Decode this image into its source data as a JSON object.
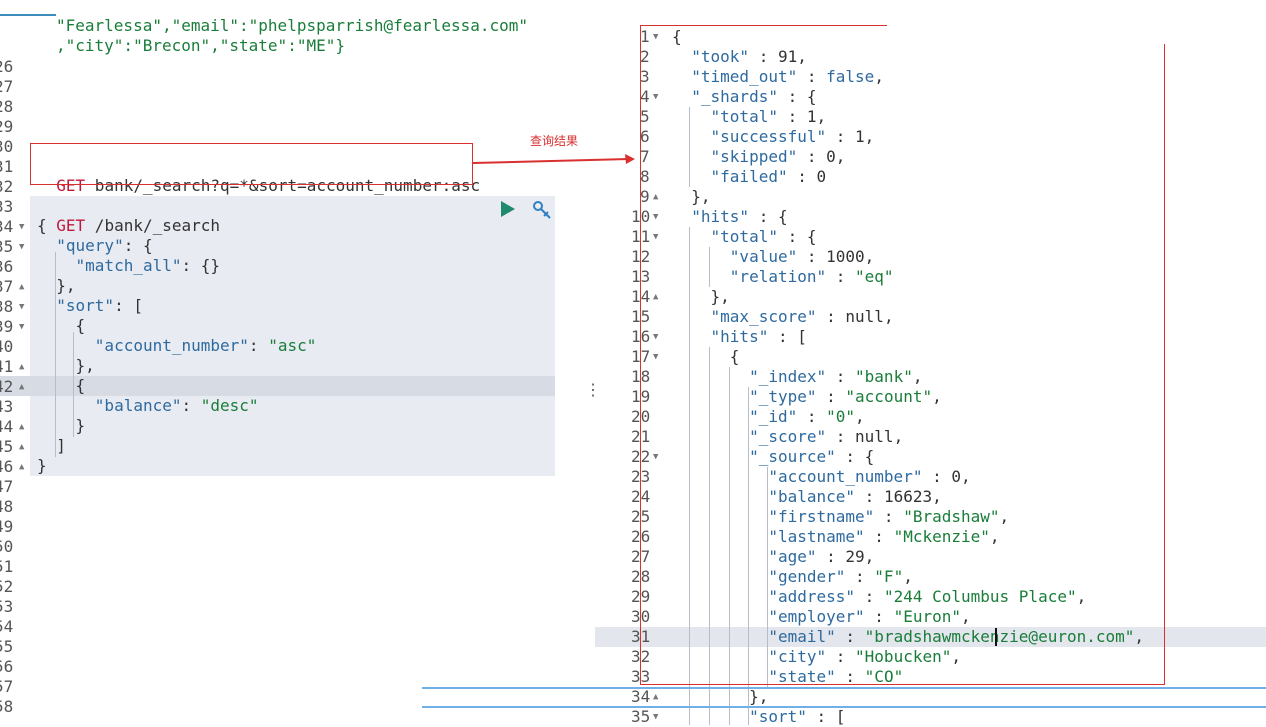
{
  "left_line_numbers": [
    "26",
    "27",
    "28",
    "29",
    "30",
    "31",
    "32",
    "33",
    "34",
    "35",
    "36",
    "37",
    "38",
    "39",
    "40",
    "41",
    "42",
    "43",
    "44",
    "45",
    "46",
    "47",
    "48",
    "49",
    "50",
    "51",
    "52",
    "53",
    "54",
    "55",
    "56",
    "57",
    "58"
  ],
  "left_top_text": {
    "line1": "\"Fearlessa\",\"email\":\"phelpsparrish@fearlessa.com\"",
    "line2": ",\"city\":\"Brecon\",\"state\":\"ME\"}"
  },
  "annotation_request": {
    "method": "GET",
    "path": " bank/_search?q=*&sort=account_number:asc"
  },
  "annotation_label": "查询结果",
  "request": {
    "method": "GET",
    "path": " /bank/_search",
    "lines": [
      {
        "segments": [
          {
            "t": "{",
            "c": "b"
          }
        ]
      },
      {
        "segments": [
          {
            "t": "  \"query\"",
            "c": "k"
          },
          {
            "t": ": {",
            "c": "b"
          }
        ]
      },
      {
        "segments": [
          {
            "t": "    \"match_all\"",
            "c": "k"
          },
          {
            "t": ": {}",
            "c": "b"
          }
        ]
      },
      {
        "segments": [
          {
            "t": "  },",
            "c": "b"
          }
        ]
      },
      {
        "segments": [
          {
            "t": "  \"sort\"",
            "c": "k"
          },
          {
            "t": ": [",
            "c": "b"
          }
        ]
      },
      {
        "segments": [
          {
            "t": "    {",
            "c": "b"
          }
        ]
      },
      {
        "segments": [
          {
            "t": "      \"account_number\"",
            "c": "k"
          },
          {
            "t": ": ",
            "c": "b"
          },
          {
            "t": "\"asc\"",
            "c": "s"
          }
        ]
      },
      {
        "segments": [
          {
            "t": "    },",
            "c": "b"
          }
        ]
      },
      {
        "segments": [
          {
            "t": "    {",
            "c": "b"
          }
        ]
      },
      {
        "segments": [
          {
            "t": "      \"balance\"",
            "c": "k"
          },
          {
            "t": ": ",
            "c": "b"
          },
          {
            "t": "\"desc\"",
            "c": "s"
          }
        ]
      },
      {
        "segments": [
          {
            "t": "    }",
            "c": "b"
          }
        ]
      },
      {
        "segments": [
          {
            "t": "  ]",
            "c": "b"
          }
        ]
      },
      {
        "segments": [
          {
            "t": "}",
            "c": "b"
          }
        ]
      }
    ]
  },
  "right_line_numbers": [
    "1",
    "2",
    "3",
    "4",
    "5",
    "6",
    "7",
    "8",
    "9",
    "10",
    "11",
    "12",
    "13",
    "14",
    "15",
    "16",
    "17",
    "18",
    "19",
    "20",
    "21",
    "22",
    "23",
    "24",
    "25",
    "26",
    "27",
    "28",
    "29",
    "30",
    "31",
    "32",
    "33",
    "34",
    "35"
  ],
  "response_lines": [
    [
      {
        "t": "{",
        "c": "b"
      }
    ],
    [
      {
        "t": "  \"took\"",
        "c": "k"
      },
      {
        "t": " : ",
        "c": "b"
      },
      {
        "t": "91",
        "c": "n"
      },
      {
        "t": ",",
        "c": "b"
      }
    ],
    [
      {
        "t": "  \"timed_out\"",
        "c": "k"
      },
      {
        "t": " : ",
        "c": "b"
      },
      {
        "t": "false",
        "c": "k"
      },
      {
        "t": ",",
        "c": "b"
      }
    ],
    [
      {
        "t": "  \"_shards\"",
        "c": "k"
      },
      {
        "t": " : {",
        "c": "b"
      }
    ],
    [
      {
        "t": "    \"total\"",
        "c": "k"
      },
      {
        "t": " : ",
        "c": "b"
      },
      {
        "t": "1",
        "c": "n"
      },
      {
        "t": ",",
        "c": "b"
      }
    ],
    [
      {
        "t": "    \"successful\"",
        "c": "k"
      },
      {
        "t": " : ",
        "c": "b"
      },
      {
        "t": "1",
        "c": "n"
      },
      {
        "t": ",",
        "c": "b"
      }
    ],
    [
      {
        "t": "    \"skipped\"",
        "c": "k"
      },
      {
        "t": " : ",
        "c": "b"
      },
      {
        "t": "0",
        "c": "n"
      },
      {
        "t": ",",
        "c": "b"
      }
    ],
    [
      {
        "t": "    \"failed\"",
        "c": "k"
      },
      {
        "t": " : ",
        "c": "b"
      },
      {
        "t": "0",
        "c": "n"
      }
    ],
    [
      {
        "t": "  },",
        "c": "b"
      }
    ],
    [
      {
        "t": "  \"hits\"",
        "c": "k"
      },
      {
        "t": " : {",
        "c": "b"
      }
    ],
    [
      {
        "t": "    \"total\"",
        "c": "k"
      },
      {
        "t": " : {",
        "c": "b"
      }
    ],
    [
      {
        "t": "      \"value\"",
        "c": "k"
      },
      {
        "t": " : ",
        "c": "b"
      },
      {
        "t": "1000",
        "c": "n"
      },
      {
        "t": ",",
        "c": "b"
      }
    ],
    [
      {
        "t": "      \"relation\"",
        "c": "k"
      },
      {
        "t": " : ",
        "c": "b"
      },
      {
        "t": "\"eq\"",
        "c": "s"
      }
    ],
    [
      {
        "t": "    },",
        "c": "b"
      }
    ],
    [
      {
        "t": "    \"max_score\"",
        "c": "k"
      },
      {
        "t": " : ",
        "c": "b"
      },
      {
        "t": "null",
        "c": "n"
      },
      {
        "t": ",",
        "c": "b"
      }
    ],
    [
      {
        "t": "    \"hits\"",
        "c": "k"
      },
      {
        "t": " : [",
        "c": "b"
      }
    ],
    [
      {
        "t": "      {",
        "c": "b"
      }
    ],
    [
      {
        "t": "        \"_index\"",
        "c": "k"
      },
      {
        "t": " : ",
        "c": "b"
      },
      {
        "t": "\"bank\"",
        "c": "s"
      },
      {
        "t": ",",
        "c": "b"
      }
    ],
    [
      {
        "t": "        \"_type\"",
        "c": "k"
      },
      {
        "t": " : ",
        "c": "b"
      },
      {
        "t": "\"account\"",
        "c": "s"
      },
      {
        "t": ",",
        "c": "b"
      }
    ],
    [
      {
        "t": "        \"_id\"",
        "c": "k"
      },
      {
        "t": " : ",
        "c": "b"
      },
      {
        "t": "\"0\"",
        "c": "s"
      },
      {
        "t": ",",
        "c": "b"
      }
    ],
    [
      {
        "t": "        \"_score\"",
        "c": "k"
      },
      {
        "t": " : ",
        "c": "b"
      },
      {
        "t": "null",
        "c": "n"
      },
      {
        "t": ",",
        "c": "b"
      }
    ],
    [
      {
        "t": "        \"_source\"",
        "c": "k"
      },
      {
        "t": " : {",
        "c": "b"
      }
    ],
    [
      {
        "t": "          \"account_number\"",
        "c": "k"
      },
      {
        "t": " : ",
        "c": "b"
      },
      {
        "t": "0",
        "c": "n"
      },
      {
        "t": ",",
        "c": "b"
      }
    ],
    [
      {
        "t": "          \"balance\"",
        "c": "k"
      },
      {
        "t": " : ",
        "c": "b"
      },
      {
        "t": "16623",
        "c": "n"
      },
      {
        "t": ",",
        "c": "b"
      }
    ],
    [
      {
        "t": "          \"firstname\"",
        "c": "k"
      },
      {
        "t": " : ",
        "c": "b"
      },
      {
        "t": "\"Bradshaw\"",
        "c": "s"
      },
      {
        "t": ",",
        "c": "b"
      }
    ],
    [
      {
        "t": "          \"lastname\"",
        "c": "k"
      },
      {
        "t": " : ",
        "c": "b"
      },
      {
        "t": "\"Mckenzie\"",
        "c": "s"
      },
      {
        "t": ",",
        "c": "b"
      }
    ],
    [
      {
        "t": "          \"age\"",
        "c": "k"
      },
      {
        "t": " : ",
        "c": "b"
      },
      {
        "t": "29",
        "c": "n"
      },
      {
        "t": ",",
        "c": "b"
      }
    ],
    [
      {
        "t": "          \"gender\"",
        "c": "k"
      },
      {
        "t": " : ",
        "c": "b"
      },
      {
        "t": "\"F\"",
        "c": "s"
      },
      {
        "t": ",",
        "c": "b"
      }
    ],
    [
      {
        "t": "          \"address\"",
        "c": "k"
      },
      {
        "t": " : ",
        "c": "b"
      },
      {
        "t": "\"244 Columbus Place\"",
        "c": "s"
      },
      {
        "t": ",",
        "c": "b"
      }
    ],
    [
      {
        "t": "          \"employer\"",
        "c": "k"
      },
      {
        "t": " : ",
        "c": "b"
      },
      {
        "t": "\"Euron\"",
        "c": "s"
      },
      {
        "t": ",",
        "c": "b"
      }
    ],
    [
      {
        "t": "          \"email\"",
        "c": "k"
      },
      {
        "t": " : ",
        "c": "b"
      },
      {
        "t": "\"bradshawmckenzie@euron.com\"",
        "c": "s"
      },
      {
        "t": ",",
        "c": "b"
      }
    ],
    [
      {
        "t": "          \"city\"",
        "c": "k"
      },
      {
        "t": " : ",
        "c": "b"
      },
      {
        "t": "\"Hobucken\"",
        "c": "s"
      },
      {
        "t": ",",
        "c": "b"
      }
    ],
    [
      {
        "t": "          \"state\"",
        "c": "k"
      },
      {
        "t": " : ",
        "c": "b"
      },
      {
        "t": "\"CO\"",
        "c": "s"
      }
    ],
    [
      {
        "t": "        },",
        "c": "b"
      }
    ],
    [
      {
        "t": "        \"sort\"",
        "c": "k"
      },
      {
        "t": " : [",
        "c": "b"
      }
    ]
  ],
  "splitter_glyph": "⋮",
  "colors": {
    "keyword": "#c0183c",
    "key": "#2f6a9e",
    "string": "#1a7d3a",
    "annotation": "#d93030"
  }
}
